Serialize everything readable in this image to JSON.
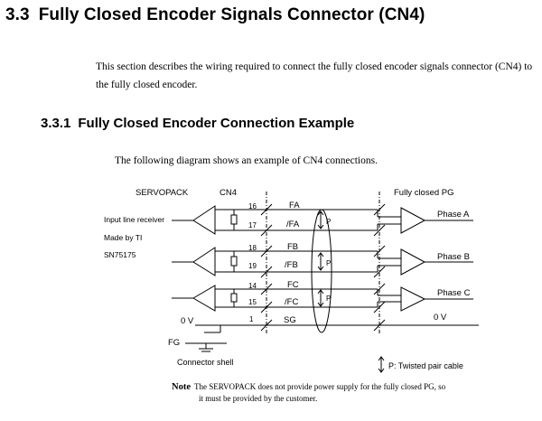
{
  "section": {
    "number": "3.3",
    "title": "Fully Closed Encoder Signals Connector (CN4)",
    "intro": "This section describes the wiring required to connect the fully closed encoder signals connector (CN4) to the fully closed encoder."
  },
  "subsection": {
    "number": "3.3.1",
    "title": "Fully Closed Encoder Connection Example",
    "lead": "The following diagram shows an example of CN4 connections."
  },
  "diagram": {
    "servopack_label": "SERVOPACK",
    "cn4_label": "CN4",
    "pg_label": "Fully closed PG",
    "receiver_lines": [
      "Input line receiver",
      "Made by TI",
      "SN75175"
    ],
    "phases": [
      {
        "label": "Phase A",
        "pin_pos": "16",
        "pin_neg": "17",
        "sig_pos": "FA",
        "sig_neg": "/FA"
      },
      {
        "label": "Phase B",
        "pin_pos": "18",
        "pin_neg": "19",
        "sig_pos": "FB",
        "sig_neg": "/FB"
      },
      {
        "label": "Phase C",
        "pin_pos": "14",
        "pin_neg": "15",
        "sig_pos": "FC",
        "sig_neg": "/FC"
      }
    ],
    "p_mark": "P",
    "zero_v_left": "0 V",
    "zero_v_right": "0 V",
    "sg_pin": "1",
    "sg_label": "SG",
    "fg_label": "FG",
    "shell_label": "Connector shell",
    "legend": "P: Twisted pair cable"
  },
  "note": {
    "label": "Note",
    "line1": "The SERVOPACK does not provide power supply for the fully closed PG, so",
    "line2": "it must be provided by the customer."
  }
}
